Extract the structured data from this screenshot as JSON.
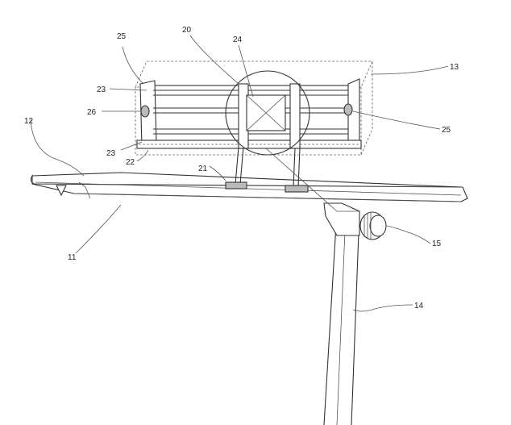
{
  "figure": {
    "labels": {
      "l11": "11",
      "l12": "12",
      "l13": "13",
      "l14": "14",
      "l15": "15",
      "l20": "20",
      "l21": "21",
      "l22": "22",
      "l23a": "23",
      "l23b": "23",
      "l24": "24",
      "l25a": "25",
      "l25b": "25",
      "l26": "26"
    }
  }
}
